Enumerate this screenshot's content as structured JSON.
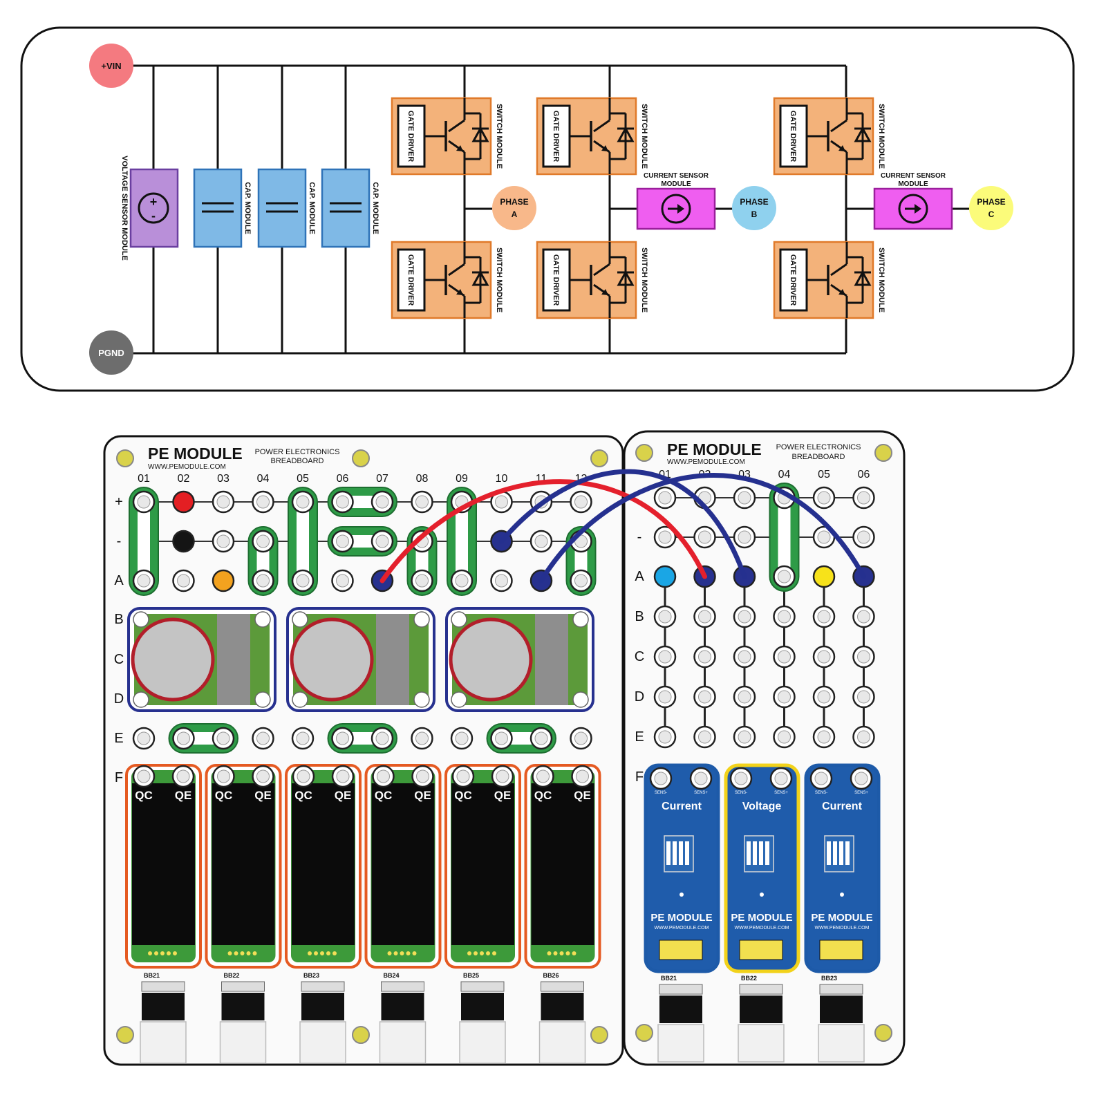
{
  "schematic": {
    "vin_label": "+VIN",
    "pgnd_label": "PGND",
    "voltage_sensor_label": "VOLTAGE SENSOR MODULE",
    "cap_label": "CAP. MODULE",
    "gate_driver_label": "GATE DRIVER",
    "switch_module_label": "SWITCH MODULE",
    "current_sensor_label": "CURRENT SENSOR MODULE",
    "phase_a_label": "PHASE A",
    "phase_b_label": "PHASE B",
    "phase_c_label": "PHASE C",
    "colors": {
      "vin": "#f47a80",
      "pgnd": "#6d6d6d",
      "voltage_sensor": "#b98fd9",
      "cap": "#7fb9e6",
      "switch": "#f3b27a",
      "current_sensor": "#ef5ef0",
      "phase_a": "#f8b88a",
      "phase_b": "#8fd1ee",
      "phase_c": "#fbfb7a"
    }
  },
  "breadboard_main": {
    "brand": "PE MODULE",
    "url": "WWW.PEMODULE.COM",
    "subtitle_line1": "POWER ELECTRONICS",
    "subtitle_line2": "BREADBOARD",
    "columns": [
      "01",
      "02",
      "03",
      "04",
      "05",
      "06",
      "07",
      "08",
      "09",
      "10",
      "11",
      "12"
    ],
    "rows": [
      "+",
      "-",
      "A",
      "B",
      "C",
      "D",
      "E",
      "F"
    ],
    "switch_label_qc": "QC",
    "switch_label_qe": "QE",
    "bb_labels": [
      "BB21",
      "BB22",
      "BB23",
      "BB24",
      "BB25",
      "BB26"
    ]
  },
  "breadboard_sensor": {
    "brand": "PE MODULE",
    "url": "WWW.PEMODULE.COM",
    "subtitle_line1": "POWER ELECTRONICS",
    "subtitle_line2": "BREADBOARD",
    "columns": [
      "01",
      "02",
      "03",
      "04",
      "05",
      "06"
    ],
    "rows": [
      "-",
      "A",
      "B",
      "C",
      "D",
      "E",
      "F"
    ],
    "sensor_modules": [
      "Current",
      "Voltage",
      "Current"
    ],
    "sens_minus": "SENS-",
    "sens_plus": "SENS+",
    "module_brand": "PE MODULE",
    "module_url": "WWW.PEMODULE.COM",
    "bb_labels": [
      "BB21",
      "BB22",
      "BB23"
    ],
    "colors": {
      "current_border": "#1d5aa8",
      "voltage_border": "#f2d21a",
      "module_fill": "#1f5cab"
    }
  },
  "wires": {
    "red": "#e4202c",
    "blue": "#25308f"
  }
}
